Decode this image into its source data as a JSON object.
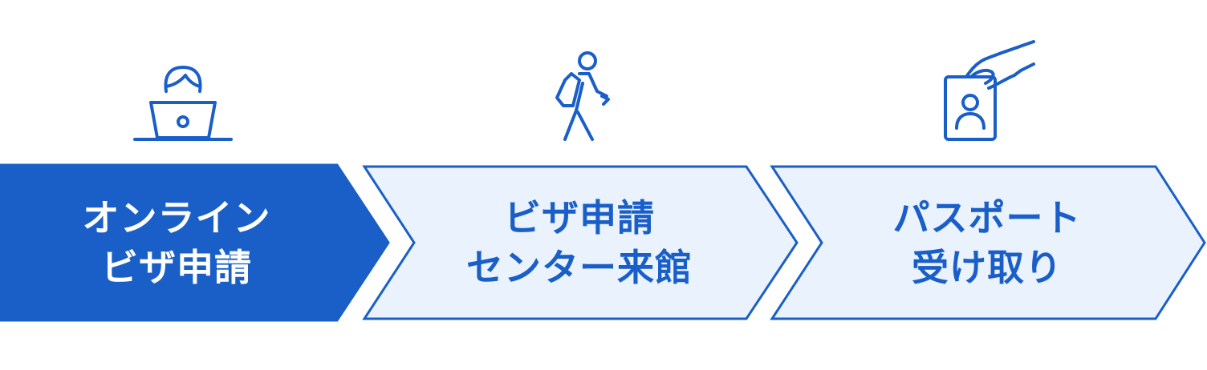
{
  "colors": {
    "primary": "#1a5fc8",
    "light_fill": "#eaf2fd",
    "active_text": "#ffffff",
    "inactive_text": "#1a5fc8"
  },
  "steps": [
    {
      "icon": "person-at-laptop-icon",
      "label_lines": [
        "オンライン",
        "ビザ申請"
      ],
      "active": true
    },
    {
      "icon": "walking-person-icon",
      "label_lines": [
        "ビザ申請",
        "センター来館"
      ],
      "active": false
    },
    {
      "icon": "hand-holding-id-card-icon",
      "label_lines": [
        "パスポート",
        "受け取り"
      ],
      "active": false
    }
  ]
}
